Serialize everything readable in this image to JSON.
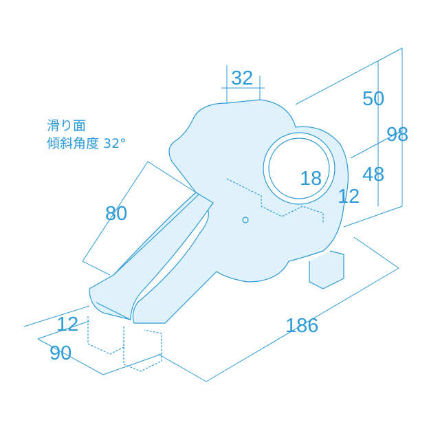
{
  "colors": {
    "line": "#2b9ad8",
    "fill": "#dff2fb",
    "text": "#2b9ad8"
  },
  "note": {
    "line1": "滑り面",
    "line2": "傾斜角度 32°"
  },
  "dimensions": {
    "top_width": "32",
    "height_upper": "50",
    "height_total": "98",
    "height_lower": "48",
    "hole_depth": "18",
    "right_thickness": "12",
    "slide_length": "80",
    "front_thickness": "12",
    "front_width": "90",
    "total_length": "186"
  }
}
